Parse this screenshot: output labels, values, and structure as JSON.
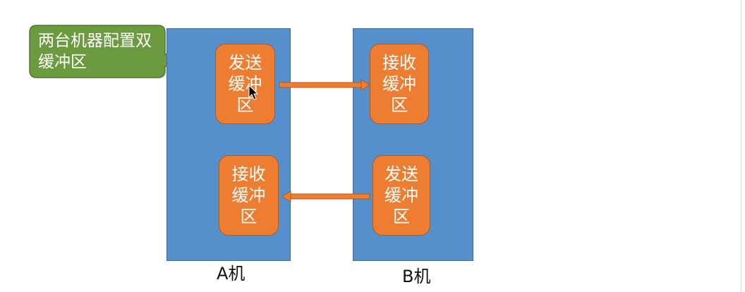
{
  "callout": {
    "text": "两台机器配置双缓冲区",
    "fill": "#6b9a3f",
    "stroke": "#4d7a2a"
  },
  "machines": {
    "a": {
      "label": "A机",
      "send_buffer": "发送缓冲区",
      "receive_buffer": "接收缓冲区"
    },
    "b": {
      "label": "B机",
      "send_buffer": "发送缓冲区",
      "receive_buffer": "接收缓冲区"
    }
  },
  "colors": {
    "machine": "#5590cc",
    "buffer": "#ed7d31",
    "arrow": "#ed7d31"
  },
  "icons": {
    "cursor": "mouse-pointer-icon"
  }
}
